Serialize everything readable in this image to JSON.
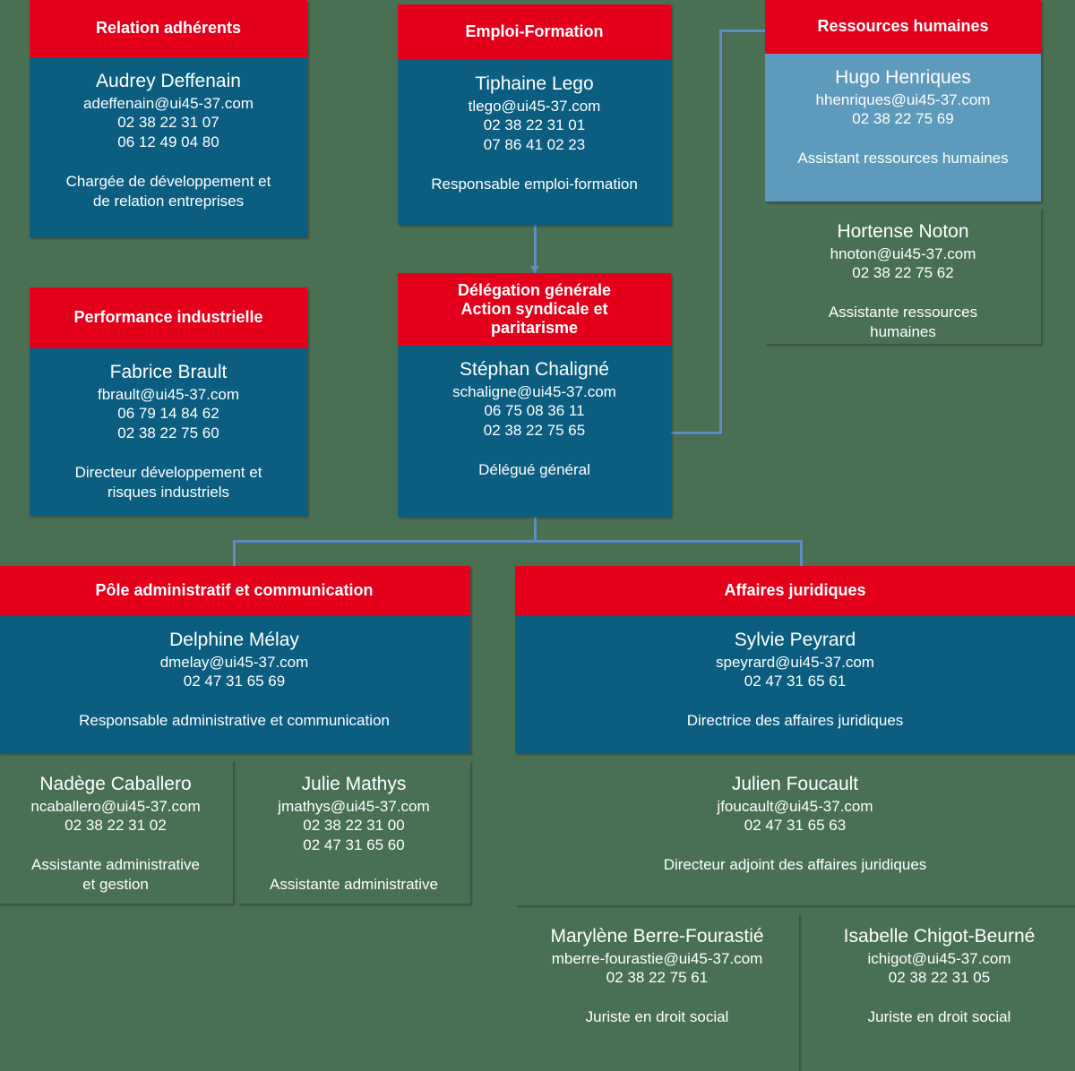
{
  "meta": {
    "background_color": "#4a7054",
    "header_color": "#e4001b",
    "body_dark_color": "#0b5e80",
    "body_light_color": "#5e9abc",
    "connector_color": "#5b8fc0",
    "text_color": "#ffffff"
  },
  "units": {
    "relation_adherents": {
      "title": "Relation adhérents",
      "person": {
        "name": "Audrey Deffenain",
        "email": "adeffenain@ui45-37.com",
        "phone1": "02 38 22 31 07",
        "phone2": "06 12 49 04 80",
        "role_line1": "Chargée de développement et",
        "role_line2": "de relation entreprises"
      }
    },
    "emploi_formation": {
      "title": "Emploi-Formation",
      "person": {
        "name": "Tiphaine Lego",
        "email": "tlego@ui45-37.com",
        "phone1": "02 38 22 31 01",
        "phone2": "07 86 41 02 23",
        "role_line1": "Responsable emploi-formation"
      }
    },
    "ressources_humaines": {
      "title": "Ressources humaines",
      "person": {
        "name": "Hugo Henriques",
        "email": "hhenriques@ui45-37.com",
        "phone1": "02 38 22 75 69",
        "role_line1": "Assistant ressources humaines"
      },
      "sub": {
        "name": "Hortense Noton",
        "email": "hnoton@ui45-37.com",
        "phone1": "02 38 22 75 62",
        "role_line1": "Assistante ressources",
        "role_line2": "humaines"
      }
    },
    "performance_industrielle": {
      "title": "Performance industrielle",
      "person": {
        "name": "Fabrice Brault",
        "email": "fbrault@ui45-37.com",
        "phone1": "06 79 14 84 62",
        "phone2": "02 38 22 75 60",
        "role_line1": "Directeur développement et",
        "role_line2": "risques industriels"
      }
    },
    "delegation_generale": {
      "title_line1": "Délégation générale",
      "title_line2": "Action syndicale et",
      "title_line3": "paritarisme",
      "person": {
        "name": "Stéphan Chaligné",
        "email": "schaligne@ui45-37.com",
        "phone1": "06 75 08 36 11",
        "phone2": "02 38 22 75 65",
        "role_line1": "Délégué général"
      }
    },
    "pole_administratif": {
      "title": "Pôle administratif et communication",
      "person": {
        "name": "Delphine Mélay",
        "email": "dmelay@ui45-37.com",
        "phone1": "02 47 31 65 69",
        "role_line1": "Responsable administrative et communication"
      },
      "sub1": {
        "name": "Nadège Caballero",
        "email": "ncaballero@ui45-37.com",
        "phone1": "02 38 22 31 02",
        "role_line1": "Assistante administrative",
        "role_line2": "et gestion"
      },
      "sub2": {
        "name": "Julie Mathys",
        "email": "jmathys@ui45-37.com",
        "phone1": "02 38 22 31 00",
        "phone2": "02 47 31 65 60",
        "role_line1": "Assistante administrative"
      }
    },
    "affaires_juridiques": {
      "title": "Affaires juridiques",
      "person": {
        "name": "Sylvie Peyrard",
        "email": "speyrard@ui45-37.com",
        "phone1": "02 47 31 65 61",
        "role_line1": "Directrice des affaires juridiques"
      },
      "sub1": {
        "name": "Julien Foucault",
        "email": "jfoucault@ui45-37.com",
        "phone1": "02 47 31 65 63",
        "role_line1": "Directeur adjoint des affaires juridiques"
      },
      "sub2": {
        "name": "Marylène Berre-Fourastié",
        "email": "mberre-fourastie@ui45-37.com",
        "phone1": "02 38 22 75 61",
        "role_line1": "Juriste en droit social"
      },
      "sub3": {
        "name": "Isabelle Chigot-Beurné",
        "email": "ichigot@ui45-37.com",
        "phone1": "02 38 22 31 05",
        "role_line1": "Juriste en droit social"
      }
    }
  }
}
